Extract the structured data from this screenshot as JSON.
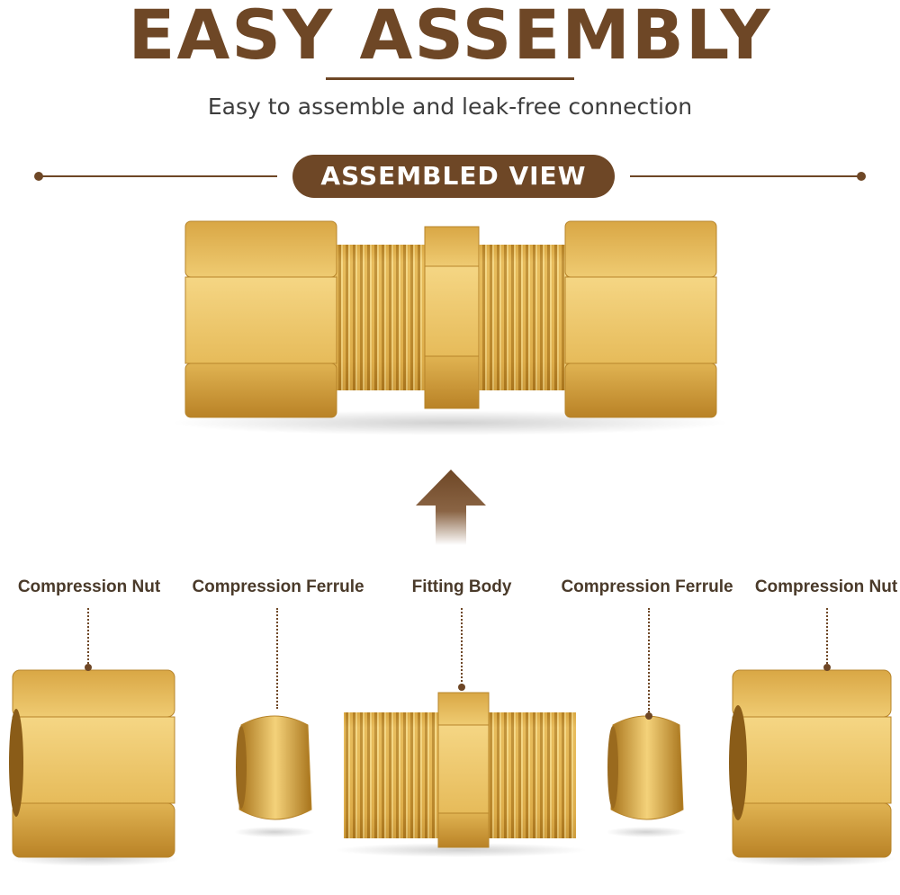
{
  "header": {
    "title": "EASY ASSEMBLY",
    "subtitle": "Easy to assemble and leak-free connection"
  },
  "assembled_view": {
    "label": "ASSEMBLED VIEW"
  },
  "parts": [
    {
      "label": "Compression Nut"
    },
    {
      "label": "Compression Ferrule"
    },
    {
      "label": "Fitting Body"
    },
    {
      "label": "Compression Ferrule"
    },
    {
      "label": "Compression Nut"
    }
  ],
  "colors": {
    "brand_brown": "#6e4726",
    "brass_light": "#f4d27a",
    "brass_mid": "#d9a83c",
    "brass_dark": "#a8741c"
  },
  "icons": {
    "arrow": "arrow-up-icon"
  }
}
